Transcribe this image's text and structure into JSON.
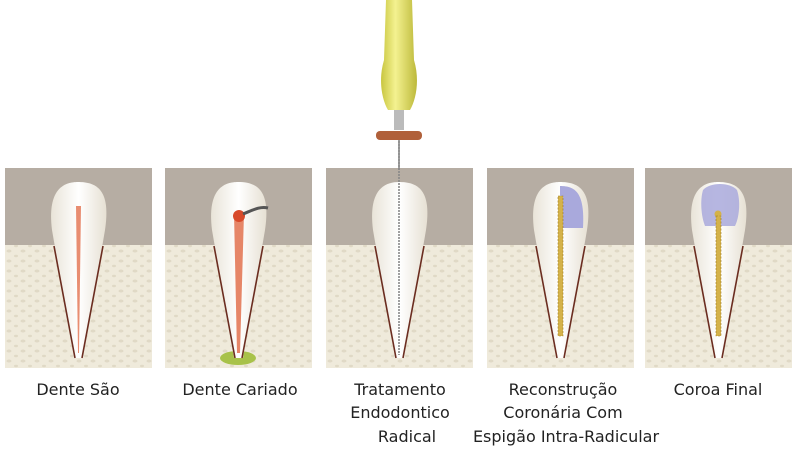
{
  "panels": [
    {
      "label_lines": [
        "Dente São"
      ]
    },
    {
      "label_lines": [
        "Dente Cariado"
      ]
    },
    {
      "label_lines": [
        "Tratamento",
        "Endodontico",
        "Radical"
      ]
    },
    {
      "label_lines": [
        "Reconstrução",
        "Coronária Com",
        "Espigão Intra-Radicular"
      ]
    },
    {
      "label_lines": [
        "Coroa Final"
      ]
    }
  ],
  "colors": {
    "gum": "#b6ada3",
    "bone": "#efeadb",
    "tooth": "#f7f4ee",
    "pulp": "#e2714e",
    "crown_filling": "#a9a9dc",
    "post": "#d4b24a",
    "handle": "#e6e46a",
    "stopper": "#b0603a",
    "infection": "#a8c24a"
  }
}
